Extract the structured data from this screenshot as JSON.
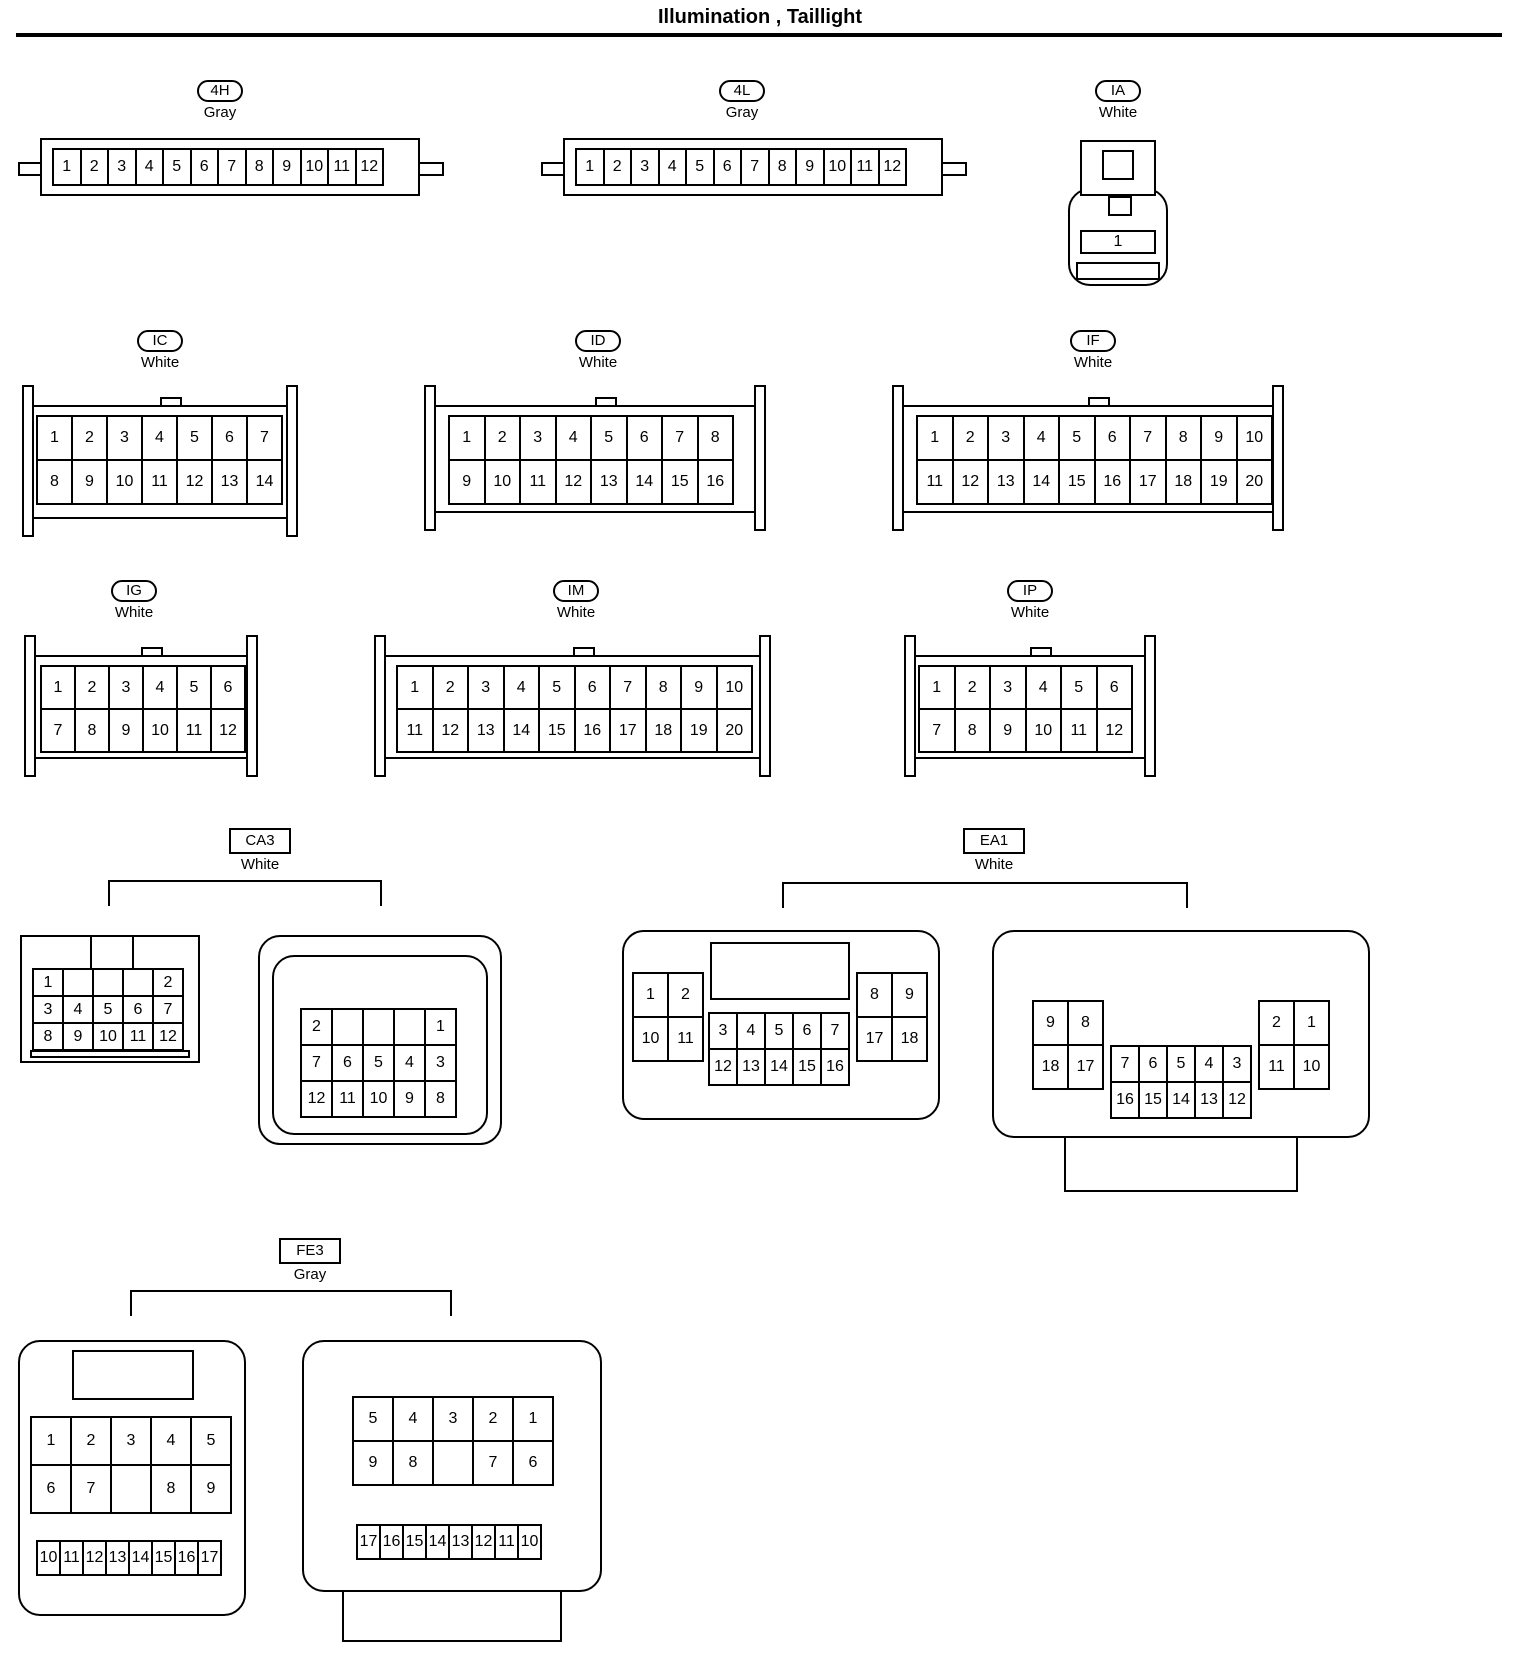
{
  "title": "Illumination , Taillight",
  "connectors": {
    "4H": {
      "code": "4H",
      "color": "Gray",
      "pins": [
        "1",
        "2",
        "3",
        "4",
        "5",
        "6",
        "7",
        "8",
        "9",
        "10",
        "11",
        "12"
      ]
    },
    "4L": {
      "code": "4L",
      "color": "Gray",
      "pins": [
        "1",
        "2",
        "3",
        "4",
        "5",
        "6",
        "7",
        "8",
        "9",
        "10",
        "11",
        "12"
      ]
    },
    "IA": {
      "code": "IA",
      "color": "White",
      "pins": [
        "1"
      ]
    },
    "IC": {
      "code": "IC",
      "color": "White",
      "rows": [
        [
          "1",
          "2",
          "3",
          "4",
          "5",
          "6",
          "7"
        ],
        [
          "8",
          "9",
          "10",
          "11",
          "12",
          "13",
          "14"
        ]
      ]
    },
    "ID": {
      "code": "ID",
      "color": "White",
      "rows": [
        [
          "1",
          "2",
          "3",
          "4",
          "5",
          "6",
          "7",
          "8"
        ],
        [
          "9",
          "10",
          "11",
          "12",
          "13",
          "14",
          "15",
          "16"
        ]
      ]
    },
    "IF": {
      "code": "IF",
      "color": "White",
      "rows": [
        [
          "1",
          "2",
          "3",
          "4",
          "5",
          "6",
          "7",
          "8",
          "9",
          "10"
        ],
        [
          "11",
          "12",
          "13",
          "14",
          "15",
          "16",
          "17",
          "18",
          "19",
          "20"
        ]
      ]
    },
    "IG": {
      "code": "IG",
      "color": "White",
      "rows": [
        [
          "1",
          "2",
          "3",
          "4",
          "5",
          "6"
        ],
        [
          "7",
          "8",
          "9",
          "10",
          "11",
          "12"
        ]
      ]
    },
    "IM": {
      "code": "IM",
      "color": "White",
      "rows": [
        [
          "1",
          "2",
          "3",
          "4",
          "5",
          "6",
          "7",
          "8",
          "9",
          "10"
        ],
        [
          "11",
          "12",
          "13",
          "14",
          "15",
          "16",
          "17",
          "18",
          "19",
          "20"
        ]
      ]
    },
    "IP": {
      "code": "IP",
      "color": "White",
      "rows": [
        [
          "1",
          "2",
          "3",
          "4",
          "5",
          "6"
        ],
        [
          "7",
          "8",
          "9",
          "10",
          "11",
          "12"
        ]
      ]
    },
    "CA3": {
      "code": "CA3",
      "color": "White",
      "left": {
        "rows": [
          [
            "1",
            "",
            "",
            "",
            "2"
          ],
          [
            "3",
            "4",
            "5",
            "6",
            "7"
          ],
          [
            "8",
            "9",
            "10",
            "11",
            "12"
          ]
        ]
      },
      "right": {
        "rows": [
          [
            "2",
            "",
            "",
            "",
            "1"
          ],
          [
            "7",
            "6",
            "5",
            "4",
            "3"
          ],
          [
            "12",
            "11",
            "10",
            "9",
            "8"
          ]
        ]
      }
    },
    "EA1": {
      "code": "EA1",
      "color": "White",
      "left": {
        "a": [
          [
            "1",
            "2"
          ],
          [
            "10",
            "11"
          ]
        ],
        "b": [
          [
            "3",
            "4",
            "5",
            "6",
            "7"
          ],
          [
            "12",
            "13",
            "14",
            "15",
            "16"
          ]
        ],
        "c": [
          [
            "8",
            "9"
          ],
          [
            "17",
            "18"
          ]
        ]
      },
      "right": {
        "a": [
          [
            "9",
            "8"
          ],
          [
            "18",
            "17"
          ]
        ],
        "b": [
          [
            "7",
            "6",
            "5",
            "4",
            "3"
          ],
          [
            "16",
            "15",
            "14",
            "13",
            "12"
          ]
        ],
        "c": [
          [
            "2",
            "1"
          ],
          [
            "11",
            "10"
          ]
        ]
      }
    },
    "FE3": {
      "code": "FE3",
      "color": "Gray",
      "left": {
        "rows": [
          [
            "1",
            "2",
            "3",
            "4",
            "5"
          ],
          [
            "6",
            "7",
            "",
            "8",
            "9"
          ]
        ],
        "small": [
          "10",
          "11",
          "12",
          "13",
          "14",
          "15",
          "16",
          "17"
        ]
      },
      "right": {
        "rows": [
          [
            "5",
            "4",
            "3",
            "2",
            "1"
          ],
          [
            "9",
            "8",
            "",
            "7",
            "6"
          ]
        ],
        "small": [
          "17",
          "16",
          "15",
          "14",
          "13",
          "12",
          "11",
          "10"
        ]
      }
    }
  }
}
